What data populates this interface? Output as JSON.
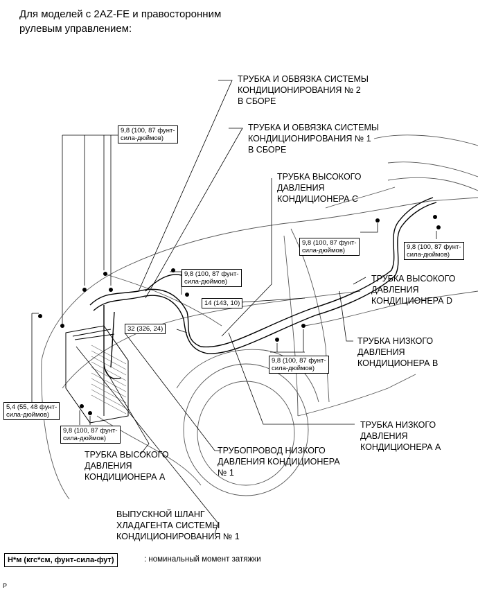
{
  "header": "Для моделей с 2AZ-FE и правосторонним\nрулевым управлением:",
  "labels": {
    "tube_assy_2": "ТРУБКА И ОБВЯЗКА СИСТЕМЫ\nКОНДИЦИОНИРОВАНИЯ № 2\nВ СБОРЕ",
    "tube_assy_1": "ТРУБКА И ОБВЯЗКА СИСТЕМЫ\nКОНДИЦИОНИРОВАНИЯ № 1\nВ СБОРЕ",
    "hp_tube_c": "ТРУБКА ВЫСОКОГО\nДАВЛЕНИЯ\nКОНДИЦИОНЕРА С",
    "hp_tube_d": "ТРУБКА ВЫСОКОГО\nДАВЛЕНИЯ\nКОНДИЦИОНЕРА D",
    "lp_tube_b": "ТРУБКА НИЗКОГО\nДАВЛЕНИЯ\nКОНДИЦИОНЕРА В",
    "lp_tube_a": "ТРУБКА НИЗКОГО\nДАВЛЕНИЯ\nКОНДИЦИОНЕРА А",
    "lp_pipe_1": "ТРУБОПРОВОД НИЗКОГО\nДАВЛЕНИЯ КОНДИЦИОНЕРА\n№ 1",
    "hp_tube_a": "ТРУБКА ВЫСОКОГО\nДАВЛЕНИЯ\nКОНДИЦИОНЕРА А",
    "discharge_hose": "ВЫПУСКНОЙ ШЛАНГ\nХЛАДАГЕНТА СИСТЕМЫ\nКОНДИЦИОНИРОВАНИЯ № 1"
  },
  "torque": {
    "t_top": "9,8 (100, 87 фунт-\nсила-дюймов)",
    "t_mid_left": "9,8 (100, 87 фунт-\nсила-дюймов)",
    "t_14": "14 (143, 10)",
    "t_32": "32 (326, 24)",
    "t_right_a": "9,8 (100, 87 фунт-\nсила-дюймов)",
    "t_right_b": "9,8 (100, 87 фунт-\nсила-дюймов)",
    "t_lower": "9,8 (100, 87 фунт-\nсила-дюймов)",
    "t_5_4": "5,4 (55, 48 фунт-\nсила-дюймов)",
    "t_bottom_left": "9,8 (100, 87 фунт-\nсила-дюймов)"
  },
  "legend": {
    "box": "Н*м (кгс*см, фунт-сила-фут)",
    "text": ": номинальный момент затяжки"
  },
  "footer": "P"
}
